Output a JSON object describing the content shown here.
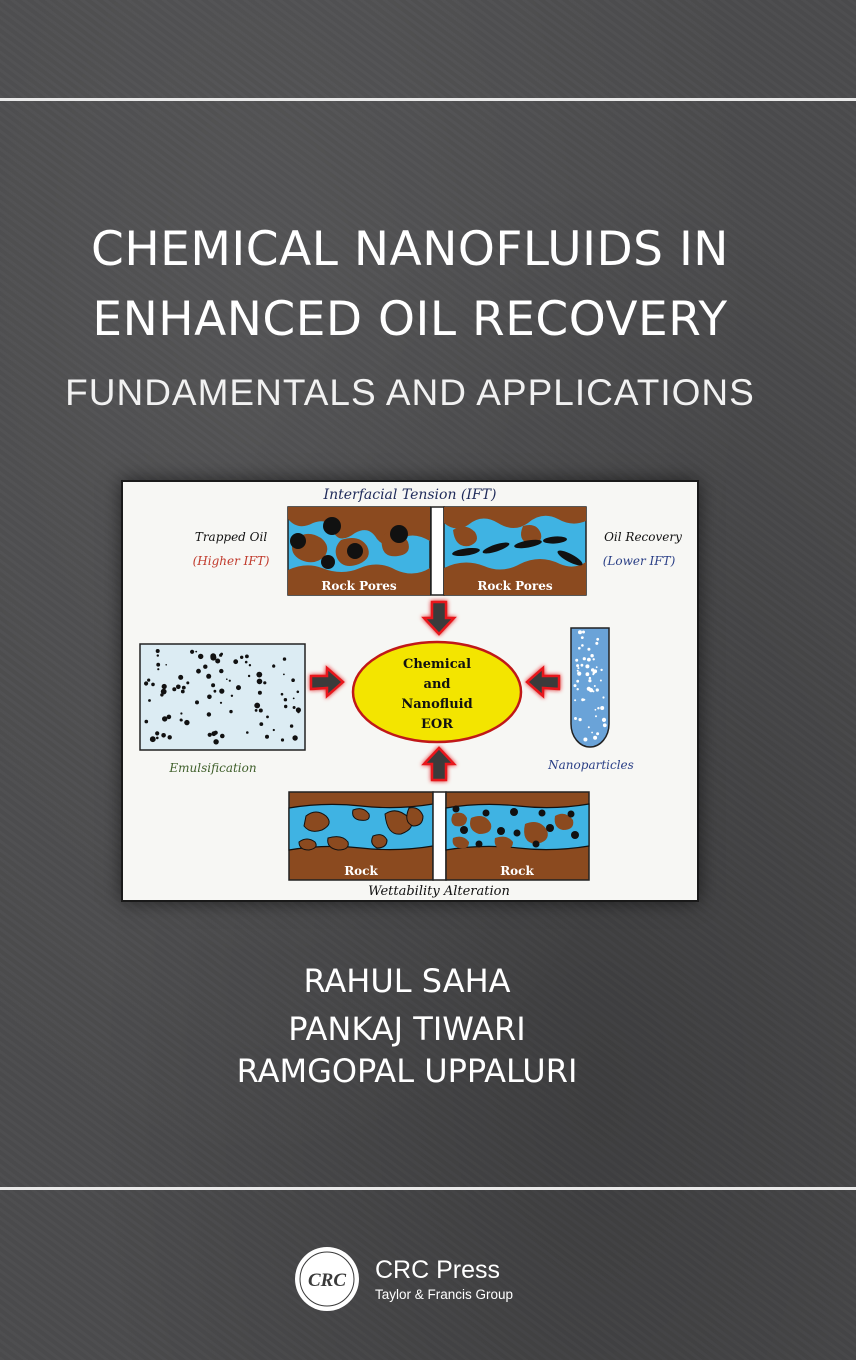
{
  "book": {
    "title_line1": "CHEMICAL NANOFLUIDS IN",
    "title_line2": "ENHANCED OIL RECOVERY",
    "subtitle": "FUNDAMENTALS AND APPLICATIONS",
    "authors": [
      "RAHUL SAHA",
      "PANKAJ TIWARI",
      "RAMGOPAL UPPALURI"
    ]
  },
  "figure": {
    "top_label": "Interfacial Tension (IFT)",
    "trapped_oil": "Trapped Oil",
    "higher_ift": "(Higher IFT)",
    "oil_recovery": "Oil Recovery",
    "lower_ift": "(Lower IFT)",
    "rock_pores_left": "Rock Pores",
    "rock_pores_right": "Rock Pores",
    "center_line1": "Chemical",
    "center_line2": "and",
    "center_line3": "Nanofluid",
    "center_line4": "EOR",
    "emulsification": "Emulsification",
    "nanoparticles": "Nanoparticles",
    "rock_left": "Rock",
    "rock_right": "Rock",
    "bottom_label": "Wettability Alteration",
    "colors": {
      "rock": "#8b4a1f",
      "water": "#3fb3e3",
      "oil": "#111111",
      "ellipse": "#f3e500",
      "arrow_glow": "#e8191a",
      "higher_ift": "#c0392b",
      "lower_ift": "#2a3f86",
      "emulsification": "#3f5f2a",
      "nanoparticles": "#2a3f86",
      "nanotube": "#6aa3d8"
    }
  },
  "publisher": {
    "logo_text": "CRC",
    "name": "CRC Press",
    "group": "Taylor & Francis Group"
  }
}
